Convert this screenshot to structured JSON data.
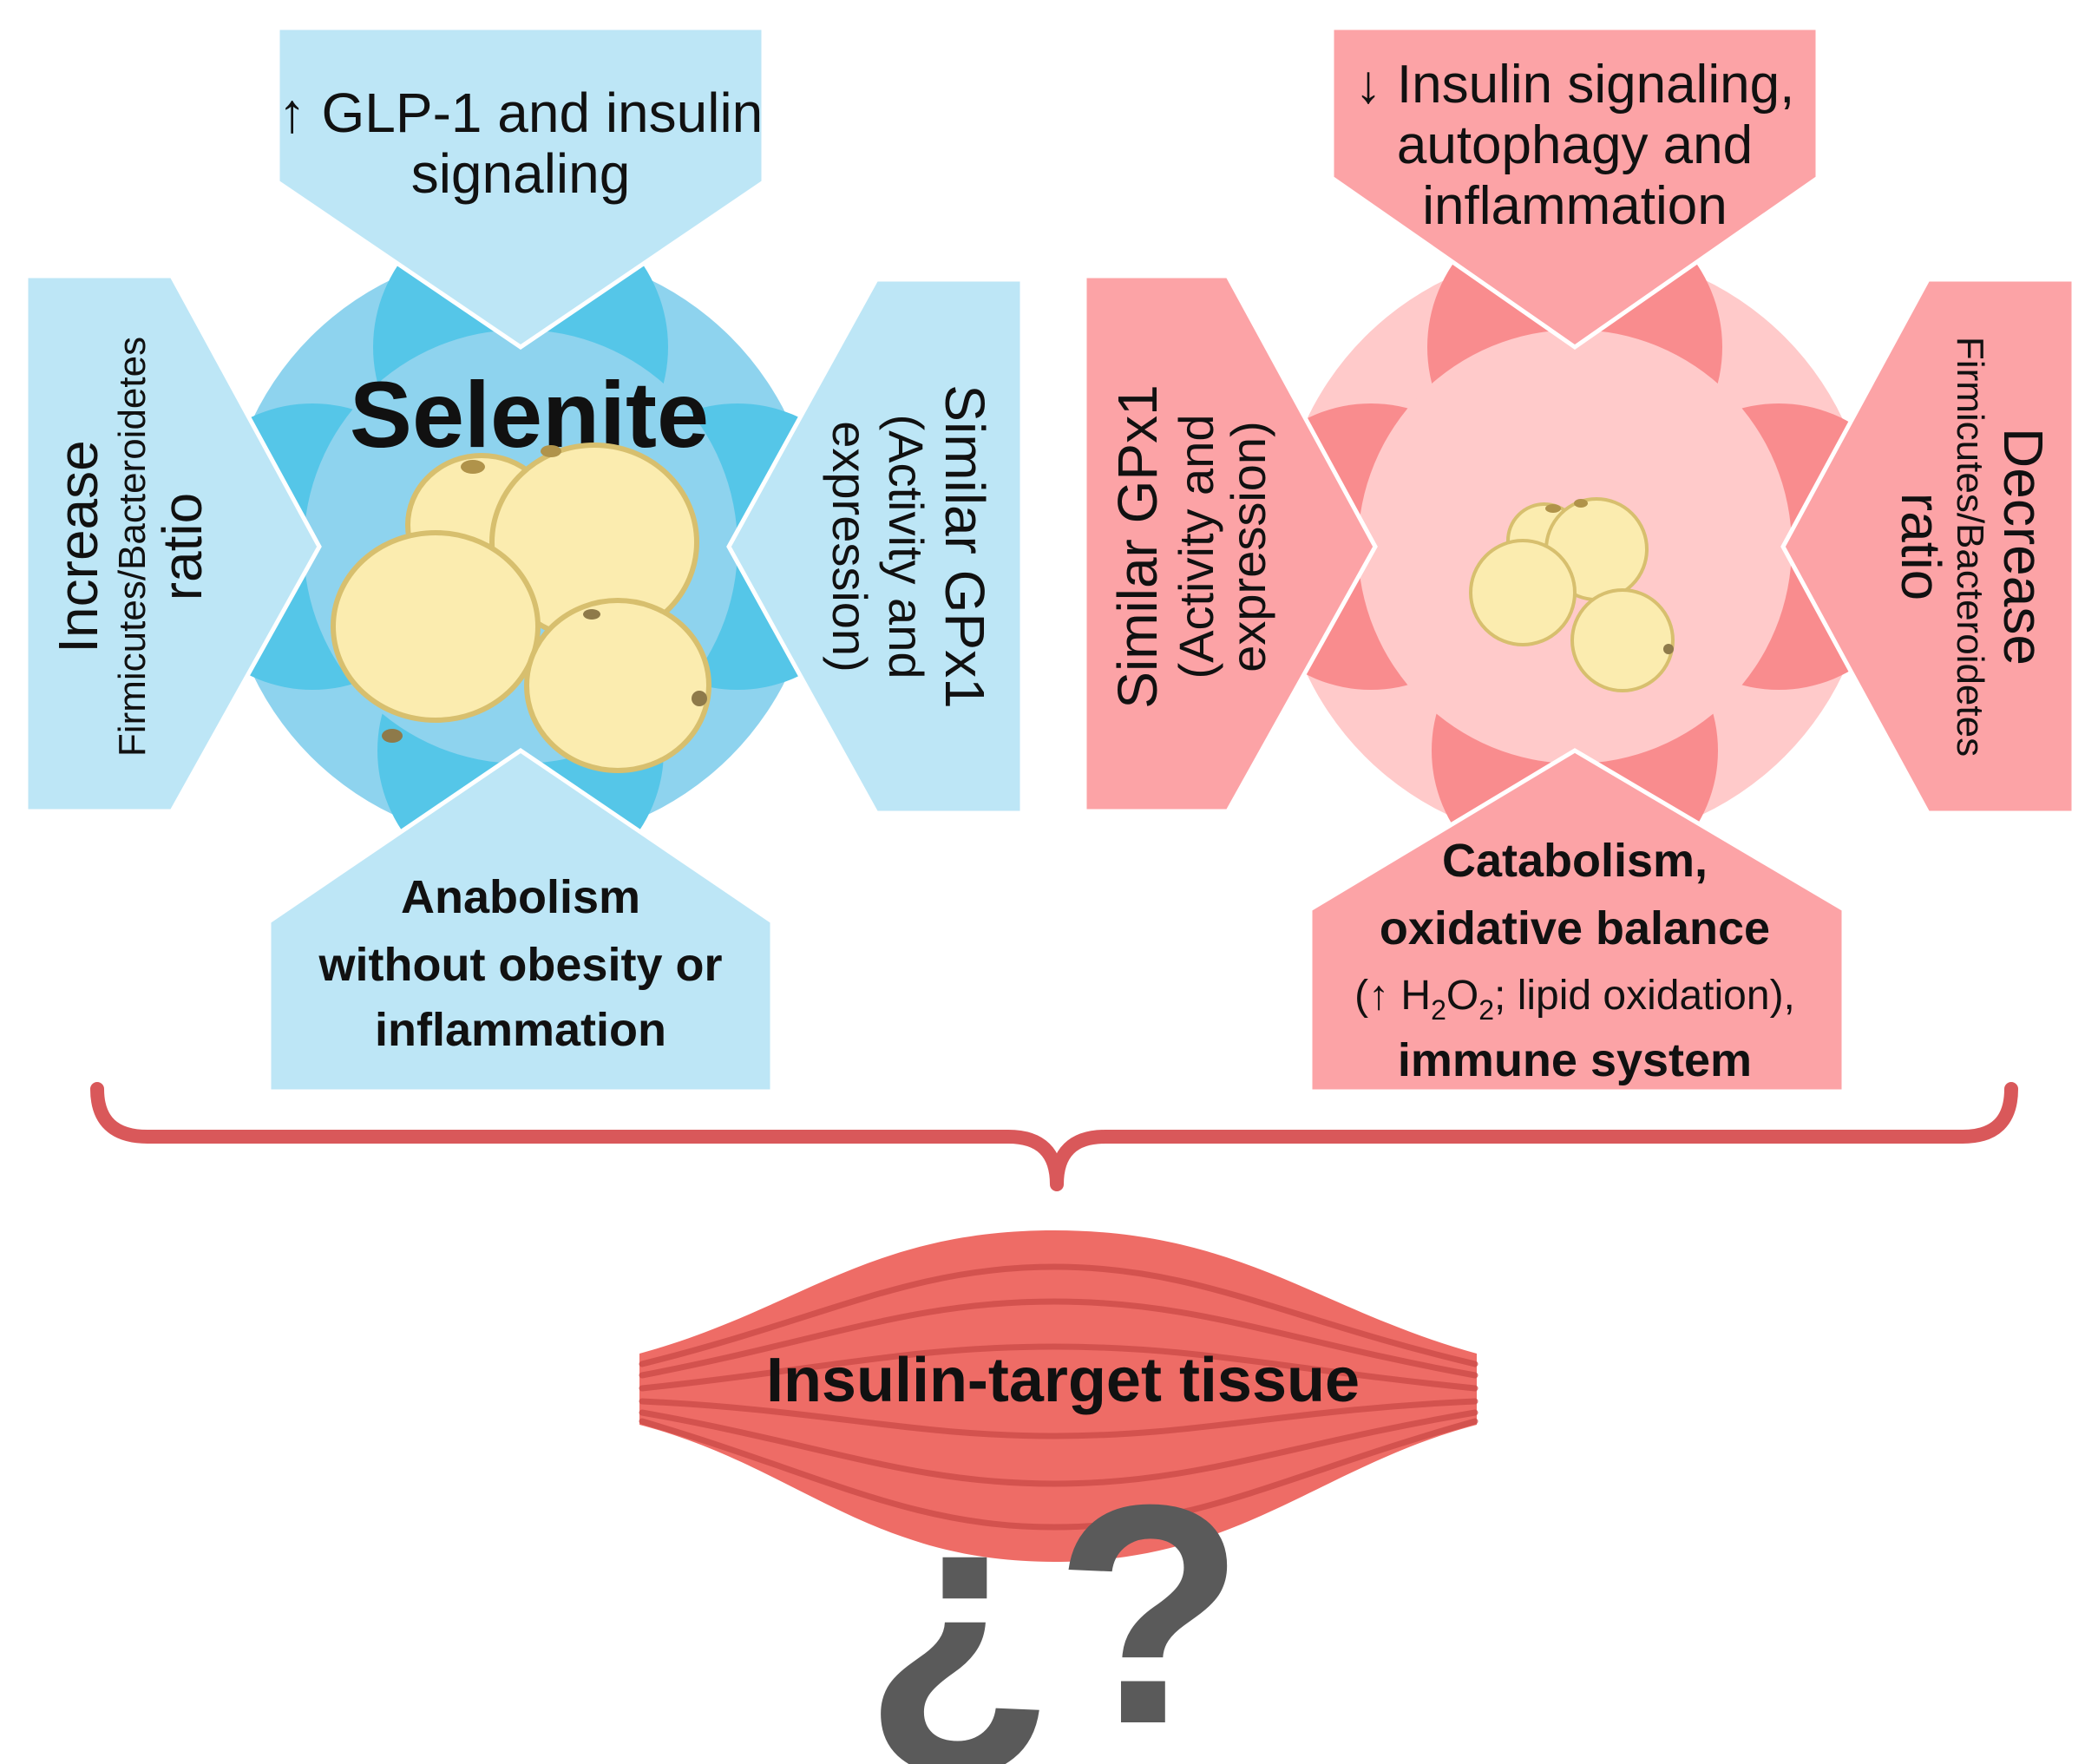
{
  "colors": {
    "blue_light": "#BDE6F6",
    "blue_mid": "#8ED3EE",
    "blue_dark": "#55C6E8",
    "pink_light": "#FFCACA",
    "pink_mid": "#FCA3A6",
    "pink_dark": "#F98C8E",
    "brace": "#D9585A",
    "muscle": "#EE6C66",
    "muscle_stripe": "#CB4A47",
    "cell_fill": "#FBECAF",
    "cell_stroke": "#D7BF6E",
    "question": "#5A5A5A"
  },
  "left_panel": {
    "title": "Selenite",
    "top": {
      "line1": "↑ GLP-1 and insulin",
      "line2": "signaling"
    },
    "left": {
      "line1": "Increase",
      "line2": "Firmicutes/Bacteroidetes",
      "line3": "ratio"
    },
    "right": {
      "line1": "Similar GPx1",
      "line2": "(Activity and",
      "line3": "expression)"
    },
    "bottom": {
      "line1": "Anabolism",
      "line2": "without obesity or",
      "line3": "inflammation"
    }
  },
  "right_panel": {
    "top": {
      "line1": "↓ Insulin signaling,",
      "line2": "autophagy and",
      "line3": "inflammation"
    },
    "left": {
      "line1": "Similar GPx1",
      "line2": "(Activity and",
      "line3": "expression)"
    },
    "right": {
      "line1": "Decrease",
      "line2": "Firmicutes/Bacteroidetes",
      "line3": "ratio"
    },
    "bottom": {
      "line1": "Catabolism,",
      "line2": "oxidative balance",
      "line3_a": "(↑ H",
      "line3_sub1": "2",
      "line3_b": "O",
      "line3_sub2": "2",
      "line3_c": "; lipid oxidation),",
      "line4": "immune system"
    }
  },
  "tissue": {
    "label": "Insulin-target tissue",
    "question_mark": "¿?"
  }
}
